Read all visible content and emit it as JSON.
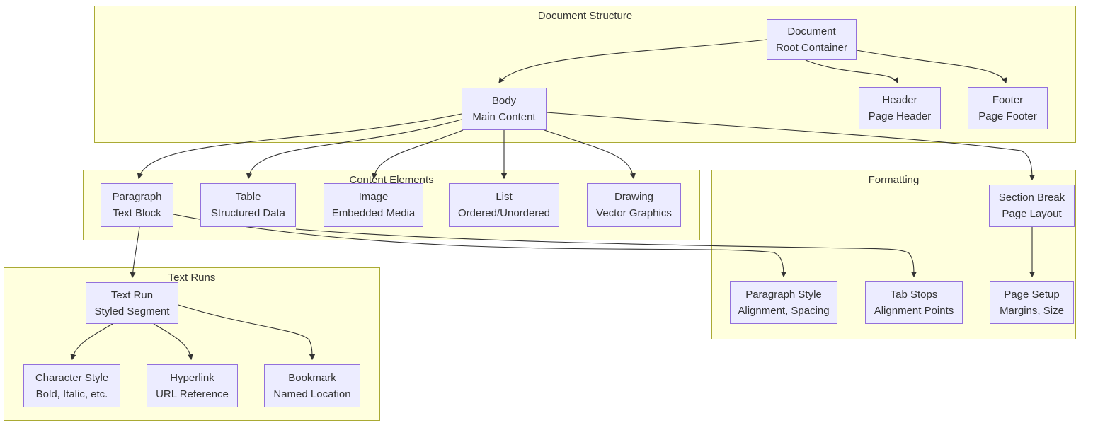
{
  "diagram": {
    "type": "flowchart",
    "colors": {
      "node_fill": "#ECECFF",
      "node_border": "#9370DB",
      "subgraph_fill": "#ffffde",
      "subgraph_border": "#aaaa33",
      "edge": "#333333",
      "text": "#333333",
      "background": "#ffffff"
    },
    "subgraphs": {
      "document_structure": {
        "title": "Document Structure"
      },
      "content_elements": {
        "title": "Content Elements"
      },
      "formatting": {
        "title": "Formatting"
      },
      "text_runs": {
        "title": "Text Runs"
      }
    },
    "nodes": {
      "document": {
        "line1": "Document",
        "line2": "Root Container"
      },
      "body": {
        "line1": "Body",
        "line2": "Main Content"
      },
      "header": {
        "line1": "Header",
        "line2": "Page Header"
      },
      "footer": {
        "line1": "Footer",
        "line2": "Page Footer"
      },
      "paragraph": {
        "line1": "Paragraph",
        "line2": "Text Block"
      },
      "table": {
        "line1": "Table",
        "line2": "Structured Data"
      },
      "image": {
        "line1": "Image",
        "line2": "Embedded Media"
      },
      "list": {
        "line1": "List",
        "line2": "Ordered/Unordered"
      },
      "drawing": {
        "line1": "Drawing",
        "line2": "Vector Graphics"
      },
      "section_break": {
        "line1": "Section Break",
        "line2": "Page Layout"
      },
      "paragraph_style": {
        "line1": "Paragraph Style",
        "line2": "Alignment, Spacing"
      },
      "tab_stops": {
        "line1": "Tab Stops",
        "line2": "Alignment Points"
      },
      "page_setup": {
        "line1": "Page Setup",
        "line2": "Margins, Size"
      },
      "text_run": {
        "line1": "Text Run",
        "line2": "Styled Segment"
      },
      "character_style": {
        "line1": "Character Style",
        "line2": "Bold, Italic, etc."
      },
      "hyperlink": {
        "line1": "Hyperlink",
        "line2": "URL Reference"
      },
      "bookmark": {
        "line1": "Bookmark",
        "line2": "Named Location"
      }
    },
    "edges": [
      {
        "from": "document",
        "to": "body"
      },
      {
        "from": "document",
        "to": "header"
      },
      {
        "from": "document",
        "to": "footer"
      },
      {
        "from": "body",
        "to": "paragraph"
      },
      {
        "from": "body",
        "to": "table"
      },
      {
        "from": "body",
        "to": "image"
      },
      {
        "from": "body",
        "to": "list"
      },
      {
        "from": "body",
        "to": "drawing"
      },
      {
        "from": "body",
        "to": "section_break"
      },
      {
        "from": "paragraph",
        "to": "text_run"
      },
      {
        "from": "paragraph",
        "to": "paragraph_style"
      },
      {
        "from": "table",
        "to": "tab_stops"
      },
      {
        "from": "section_break",
        "to": "page_setup"
      },
      {
        "from": "text_run",
        "to": "character_style"
      },
      {
        "from": "text_run",
        "to": "hyperlink"
      },
      {
        "from": "text_run",
        "to": "bookmark"
      }
    ]
  }
}
